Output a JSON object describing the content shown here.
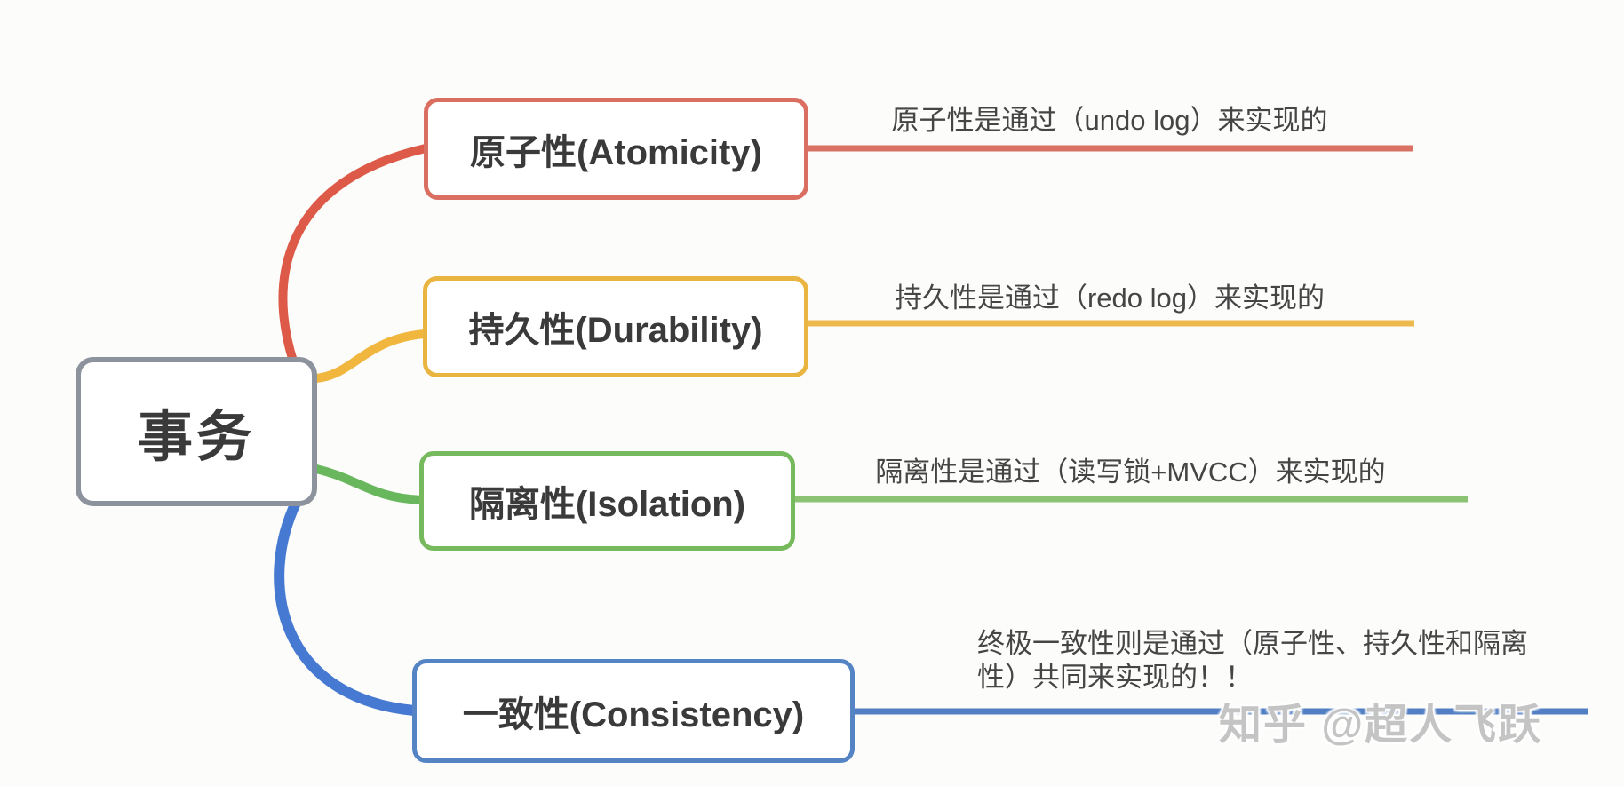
{
  "diagram": {
    "root": {
      "label": "事务"
    },
    "branches": [
      {
        "key": "atomicity",
        "label": "原子性(Atomicity)",
        "note": "原子性是通过（undo log）来实现的",
        "color": "#DA6E60",
        "curve_color": "#DE5A48",
        "line_color": "#D97264"
      },
      {
        "key": "durability",
        "label": "持久性(Durability)",
        "note": "持久性是通过（redo log）来实现的",
        "color": "#EAB440",
        "curve_color": "#F0B63E",
        "line_color": "#EDB94C"
      },
      {
        "key": "isolation",
        "label": "隔离性(Isolation)",
        "note": "隔离性是通过（读写锁+MVCC）来实现的",
        "color": "#77B95D",
        "curve_color": "#68B75C",
        "line_color": "#8CC373"
      },
      {
        "key": "consistency",
        "label": "一致性(Consistency)",
        "note": "终极一致性则是通过（原子性、持久性和隔离性）共同来实现的！！",
        "color": "#5584C4",
        "curve_color": "#4679D2",
        "line_color": "#527FC4"
      }
    ],
    "watermark": "知乎 @超人飞跃"
  },
  "colors": {
    "root_border": "#8D939C",
    "node_text": "#3A3A3A",
    "note_text": "#454545",
    "background": "#FCFCFA",
    "watermark": "#C4C4C4"
  }
}
